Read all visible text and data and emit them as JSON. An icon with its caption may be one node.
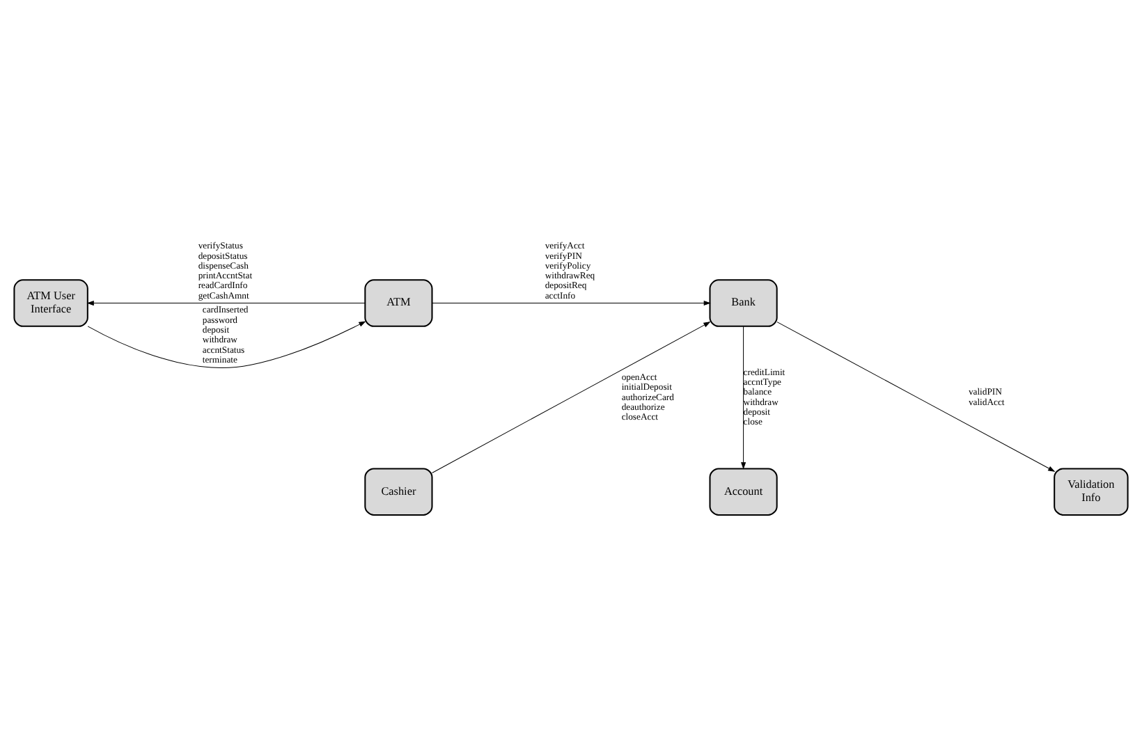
{
  "diagram": {
    "nodes": [
      {
        "text": [
          "ATM User Interface"
        ]
      },
      {
        "text": [
          "ATM"
        ]
      },
      {
        "text": [
          "Bank"
        ]
      },
      {
        "text": [
          "Cashier"
        ]
      },
      {
        "text": [
          "Account"
        ]
      },
      {
        "text": [
          "Validation Info"
        ]
      }
    ],
    "edges": [
      {
        "from": 0,
        "to": 1,
        "arrow": "to",
        "label": "cardInserted password deposit withdraw accntStatus terminate"
      },
      {
        "from": 1,
        "to": 0,
        "arrow": "to",
        "label": "verifyStatus depositStatus dispenseCash printAccntStat readCardInfo getCashAmnt"
      },
      {
        "from": 1,
        "to": 2,
        "arrow": "to",
        "label": "verifyAcct verifyPIN verifyPolicy withdrawReq depositReq acctInfo"
      },
      {
        "from": 2,
        "to": 5,
        "arrow": "to",
        "label": "validPIN validAcct"
      },
      {
        "from": 3,
        "to": 2,
        "arrow": "to",
        "label": "openAcct initialDeposit authorizeCard deauthorize closeAcct"
      },
      {
        "from": 2,
        "to": 4,
        "arrow": "to",
        "label": "creditLimit accntType balance withdraw deposit close"
      }
    ]
  }
}
